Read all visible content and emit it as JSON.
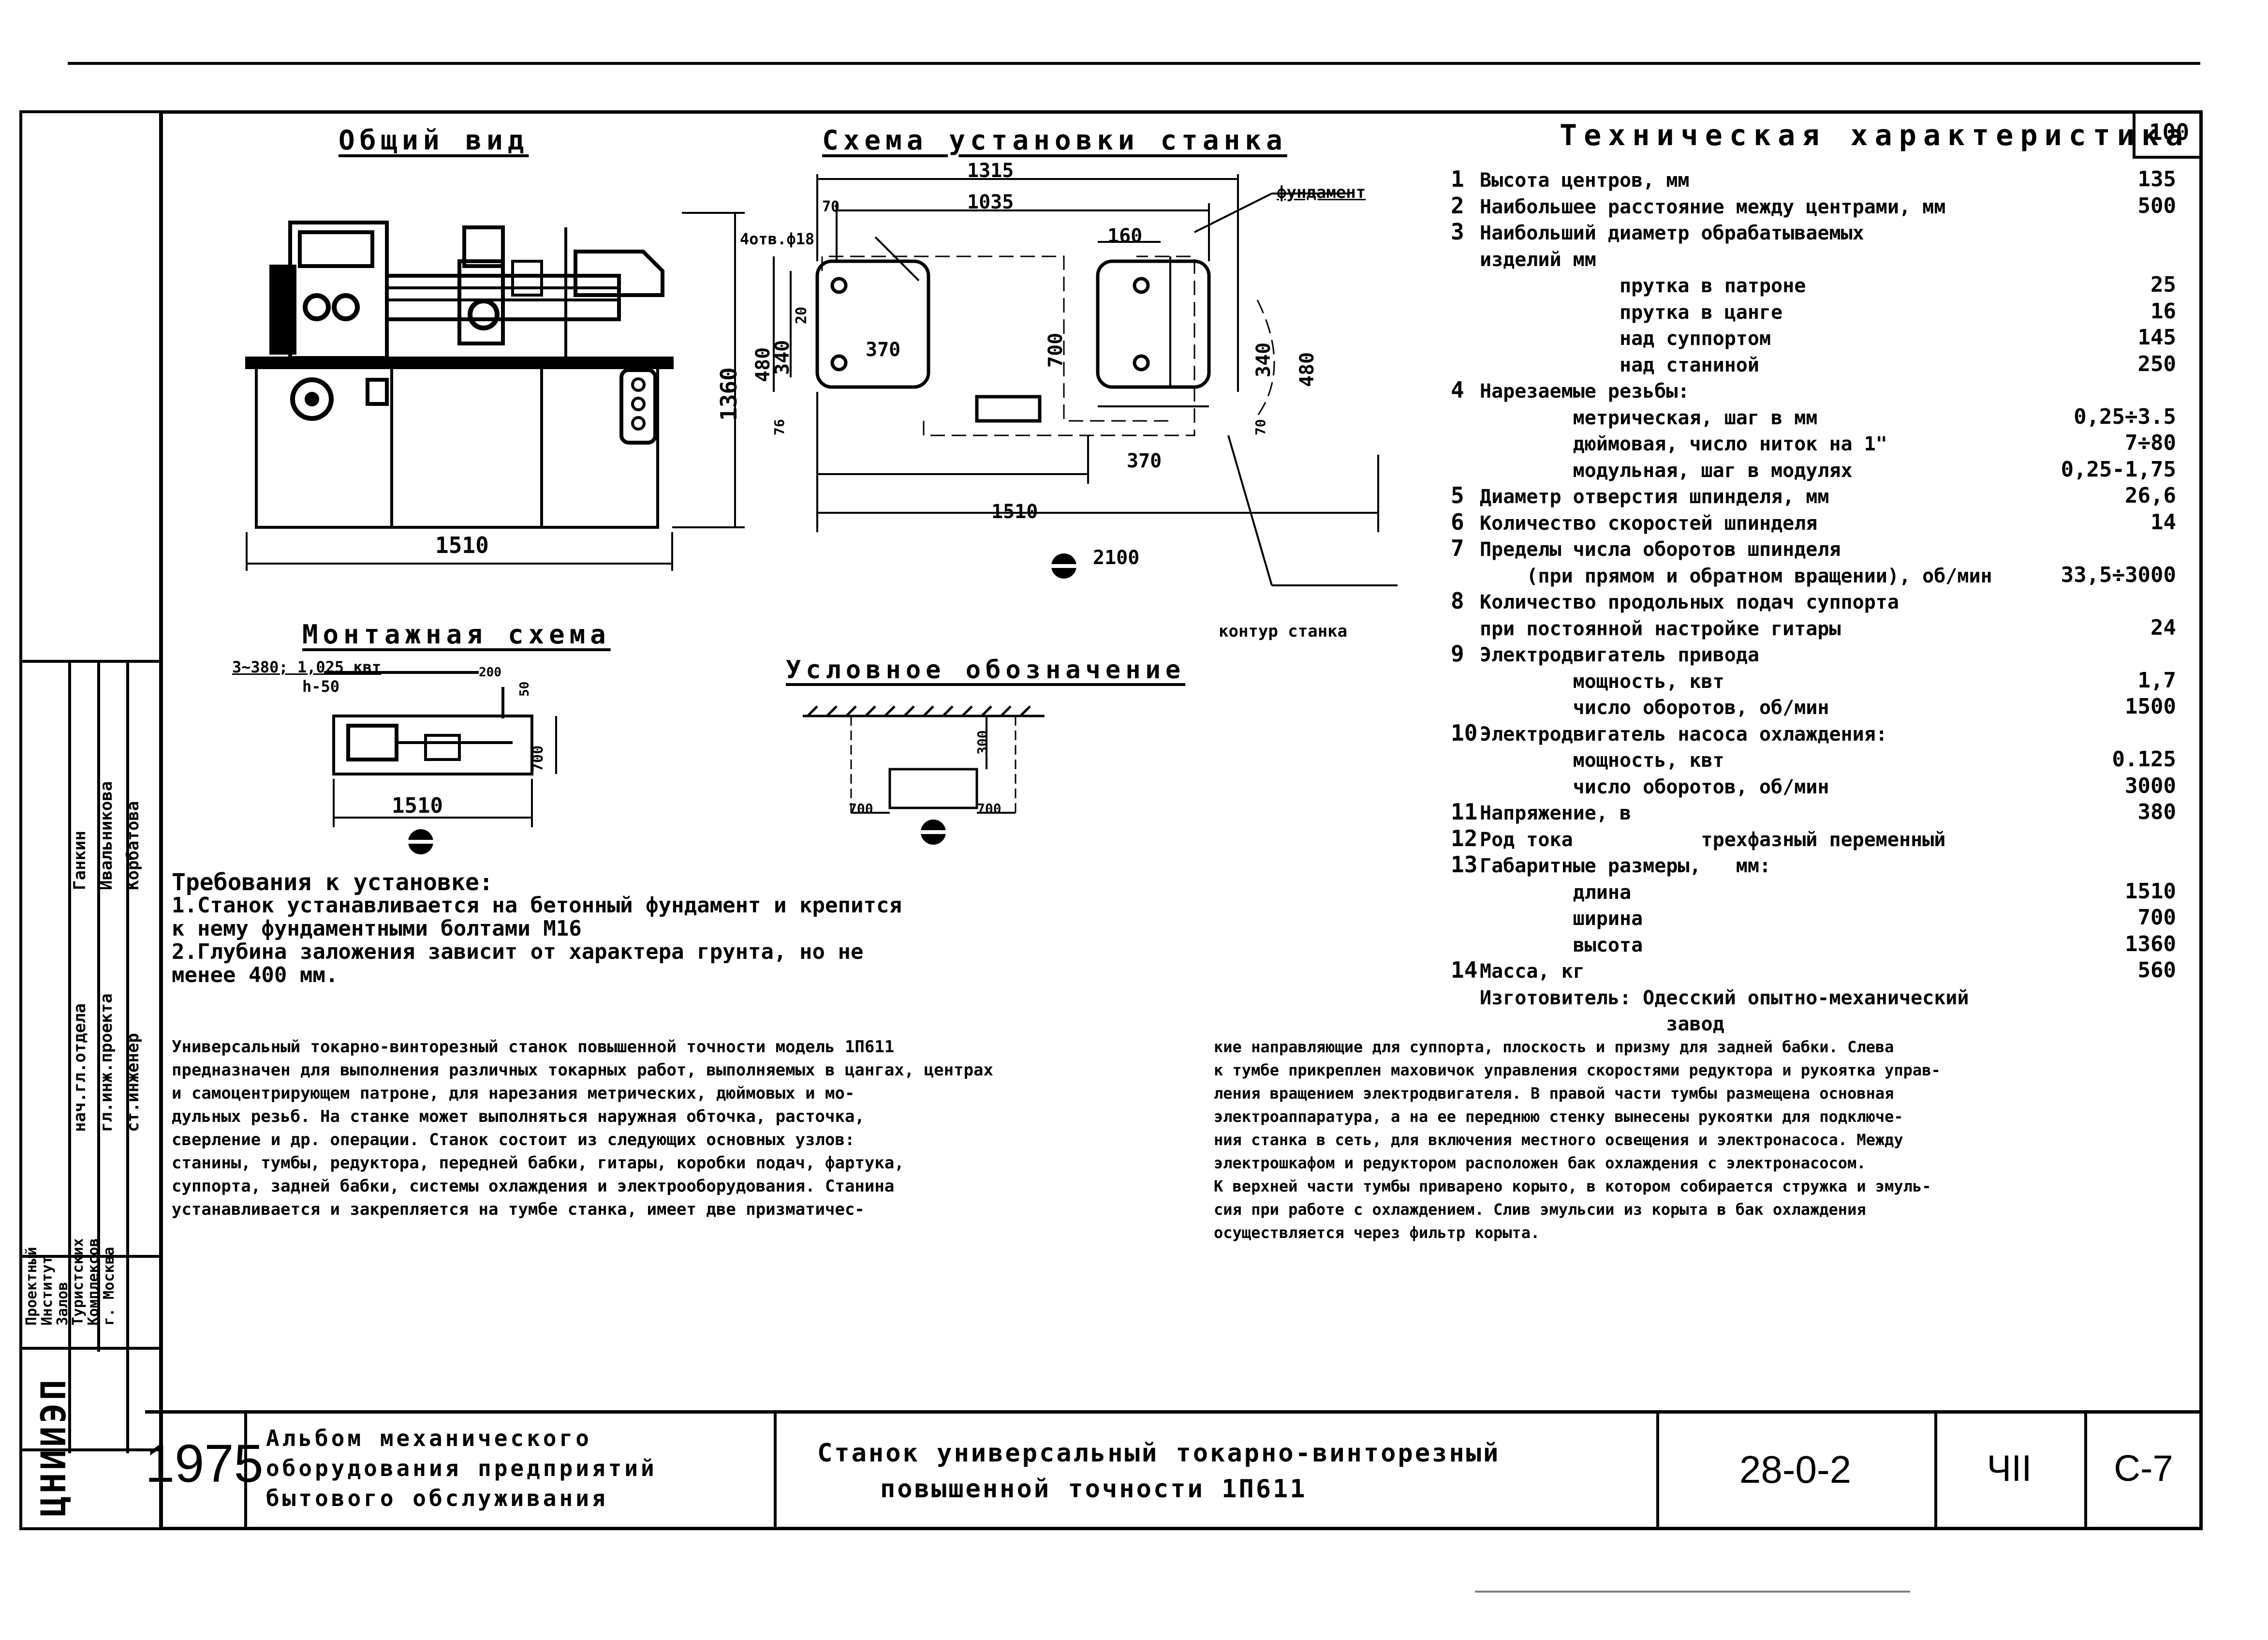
{
  "sheet_number": "100",
  "titles": {
    "general_view": "Общий вид",
    "install_scheme": "Схема установки станка",
    "tech_spec": "Техническая характеристика",
    "mount_scheme": "Монтажная схема",
    "legend": "Условное обозначение"
  },
  "general_view_dims": {
    "width": "1510",
    "height": "1360"
  },
  "install_dims": {
    "overall": "1315",
    "inner": "1035",
    "left_offset": "70",
    "right_part": "160",
    "bolt_label": "4отв.ф18",
    "foundation": "фундамент",
    "contour": "контур станка",
    "h480_left": "480",
    "h340_left": "340",
    "h20": "20",
    "w370_top": "370",
    "h700": "700",
    "h76": "76",
    "h340_right": "340",
    "h480_right": "480",
    "h70_right": "70",
    "w370_bottom": "370",
    "w1510": "1510",
    "w2100": "2100"
  },
  "mount_dims": {
    "power": "3~380; 1,025 квт",
    "cable": "h-50",
    "d200": "200",
    "d50": "50",
    "d700": "700",
    "width": "1510"
  },
  "legend_dims": {
    "d300": "300",
    "d700_left": "700",
    "d700_right": "700"
  },
  "specs": [
    {
      "n": "1",
      "label": "Высота центров, мм",
      "value": "135"
    },
    {
      "n": "2",
      "label": "Наибольшее расстояние между центрами, мм",
      "value": "500"
    },
    {
      "n": "3",
      "label": "Наибольший диаметр обрабатываемых",
      "value": ""
    },
    {
      "n": "",
      "label": "изделий мм",
      "value": ""
    },
    {
      "n": "",
      "label": "            прутка в патроне",
      "value": "25"
    },
    {
      "n": "",
      "label": "            прутка в цанге",
      "value": "16"
    },
    {
      "n": "",
      "label": "            над суппортом",
      "value": "145"
    },
    {
      "n": "",
      "label": "            над станиной",
      "value": "250"
    },
    {
      "n": "4",
      "label": "Нарезаемые резьбы:",
      "value": ""
    },
    {
      "n": "",
      "label": "        метрическая, шаг в мм",
      "value": "0,25÷3.5"
    },
    {
      "n": "",
      "label": "        дюймовая, число ниток на 1\"",
      "value": "7÷80"
    },
    {
      "n": "",
      "label": "        модульная, шаг в модулях",
      "value": "0,25-1,75"
    },
    {
      "n": "5",
      "label": "Диаметр отверстия шпинделя, мм",
      "value": "26,6"
    },
    {
      "n": "6",
      "label": "Количество скоростей шпинделя",
      "value": "14"
    },
    {
      "n": "7",
      "label": "Пределы числа оборотов шпинделя",
      "value": ""
    },
    {
      "n": "",
      "label": "    (при прямом и обратном вращении), об/мин",
      "value": "33,5÷3000"
    },
    {
      "n": "8",
      "label": "Количество продольных подач суппорта",
      "value": ""
    },
    {
      "n": "",
      "label": "при постоянной настройке гитары",
      "value": "24"
    },
    {
      "n": "9",
      "label": "Электродвигатель привода",
      "value": ""
    },
    {
      "n": "",
      "label": "        мощность, квт",
      "value": "1,7"
    },
    {
      "n": "",
      "label": "        число оборотов, об/мин",
      "value": "1500"
    },
    {
      "n": "10",
      "label": "Электродвигатель насоса охлаждения:",
      "value": ""
    },
    {
      "n": "",
      "label": "        мощность, квт",
      "value": "0.125"
    },
    {
      "n": "",
      "label": "        число оборотов, об/мин",
      "value": "3000"
    },
    {
      "n": "11",
      "label": "Напряжение, в",
      "value": "380"
    },
    {
      "n": "12",
      "label": "Род тока           трехфазный переменный",
      "value": ""
    },
    {
      "n": "13",
      "label": "Габаритные размеры,   мм:",
      "value": ""
    },
    {
      "n": "",
      "label": "        длина",
      "value": "1510"
    },
    {
      "n": "",
      "label": "        ширина",
      "value": "700"
    },
    {
      "n": "",
      "label": "        высота",
      "value": "1360"
    },
    {
      "n": "14",
      "label": "Масса, кг",
      "value": "560"
    },
    {
      "n": "",
      "label": "Изготовитель: Одесский опытно-механический",
      "value": ""
    },
    {
      "n": "",
      "label": "                завод",
      "value": ""
    }
  ],
  "requirements": [
    "Требования к установке:",
    "1.Станок устанавливается на бетонный фундамент и крепится",
    "  к нему фундаментными болтами М16",
    "2.Глубина заложения зависит от характера грунта, но не",
    "  менее 400 мм."
  ],
  "description_left": [
    "Универсальный токарно-винторезный станок повышенной точности модель 1П611",
    "предназначен для выполнения различных токарных работ, выполняемых в цангах, центрах",
    "и самоцентрирующем патроне, для нарезания метрических, дюймовых и мо-",
    "дульных резьб. На станке может выполняться наружная обточка, расточка,",
    "сверление и др. операции. Станок состоит из следующих основных узлов:",
    "станины, тумбы, редуктора, передней бабки, гитары, коробки подач, фартука,",
    "суппорта, задней бабки, системы охлаждения и электрооборудования. Станина",
    "устанавливается и закрепляется на тумбе станка, имеет две призматичес-"
  ],
  "description_right": [
    "кие направляющие для суппорта, плоскость и призму для задней бабки. Слева",
    "к тумбе прикреплен маховичок управления скоростями редуктора и рукоятка управ-",
    "ления вращением электродвигателя. В правой части тумбы размещена основная",
    "электроаппаратура, а на ее переднюю стенку вынесены рукоятки для подключе-",
    "ния станка в сеть, для включения местного освещения и электронасоса. Между",
    "электрошкафом и редуктором расположен бак охлаждения с электронасосом.",
    "К верхней части тумбы приварено корыто, в котором собирается стружка и эмуль-",
    "сия при работе с охлаждением. Слив эмульсии из корыта в бак охлаждения",
    "осуществляется через фильтр корыта."
  ],
  "sidebar": {
    "rows": [
      {
        "role": "нач.гл.отдела",
        "name": "Ганкин"
      },
      {
        "role": "гл.инж.проекта",
        "name": "Ивальникова"
      },
      {
        "role": "ст.инженер",
        "name": "Корбатова"
      }
    ],
    "org": [
      "Проектный",
      "Институт",
      "Залов",
      "Туристских",
      "Комплексов",
      "г. Москва"
    ],
    "logo": "ЦНИИЭП"
  },
  "title_block": {
    "year": "1975",
    "album": [
      "Альбом механического",
      "оборудования предприятий",
      "бытового обслуживания"
    ],
    "machine": [
      "Станок универсальный токарно-винторезный",
      "повышенной точности 1П611"
    ],
    "code": "28-0-2",
    "part": "ЧII",
    "sheet": "С-7"
  }
}
